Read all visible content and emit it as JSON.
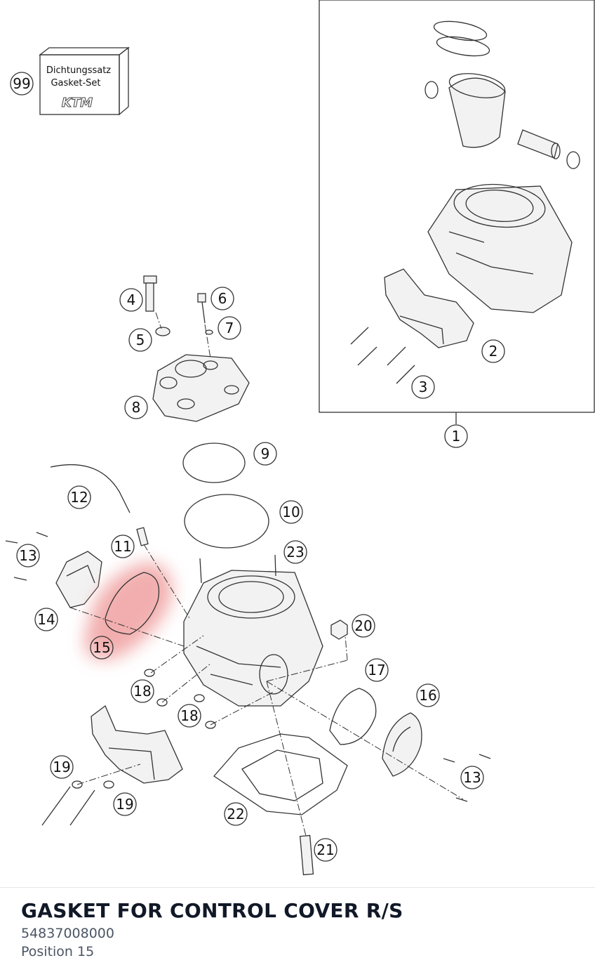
{
  "gasket_set_box": {
    "line1": "Dichtungssatz",
    "line2": "Gasket-Set",
    "brand": "KTM"
  },
  "callouts": {
    "c1": "1",
    "c2": "2",
    "c3": "3",
    "c4": "4",
    "c5": "5",
    "c6": "6",
    "c7": "7",
    "c8": "8",
    "c9": "9",
    "c10": "10",
    "c11": "11",
    "c12": "12",
    "c13a": "13",
    "c13b": "13",
    "c14": "14",
    "c15": "15",
    "c16": "16",
    "c17": "17",
    "c18a": "18",
    "c18b": "18",
    "c19a": "19",
    "c19b": "19",
    "c20": "20",
    "c21": "21",
    "c22": "22",
    "c23": "23",
    "c99": "99"
  },
  "selected_part": {
    "title": "GASKET FOR CONTROL COVER R/S",
    "number": "54837008000",
    "position": "Position 15",
    "highlight_color": "#f0a0a0"
  }
}
